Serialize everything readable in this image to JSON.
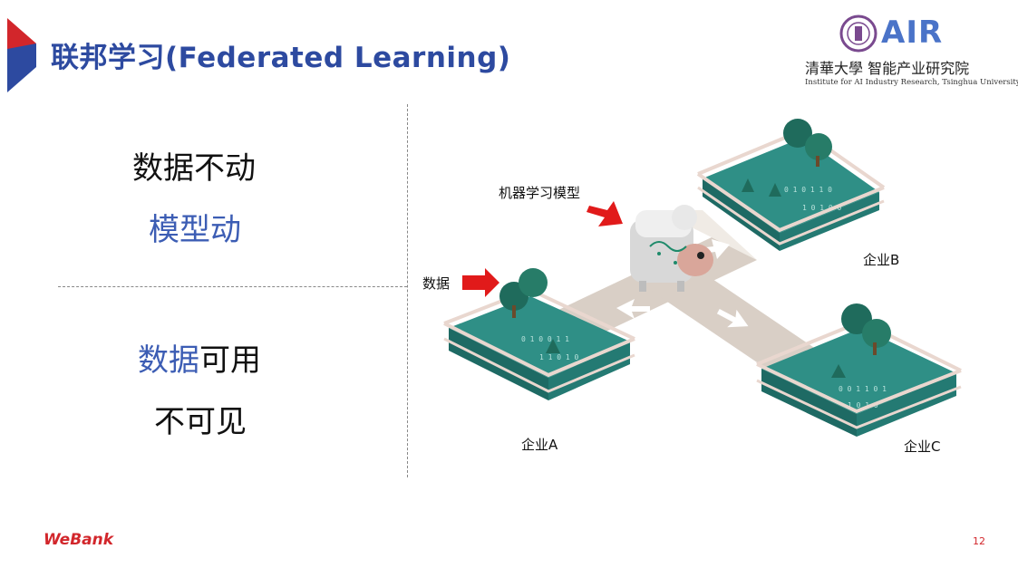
{
  "slide": {
    "title": "联邦学习(Federated Learning)",
    "page_number": "12"
  },
  "logo": {
    "air_text": "AIR",
    "cn_text": "清華大學 智能产业研究院",
    "en_text": "Institute for AI Industry Research,  Tsinghua University"
  },
  "left": {
    "line1": "数据不动",
    "line2": "模型动",
    "line3_blue": "数据",
    "line3_black": "可用",
    "line4": "不可见"
  },
  "diagram": {
    "model_label": "机器学习模型",
    "data_label": "数据",
    "company_a": "企业A",
    "company_b": "企业B",
    "company_c": "企业C"
  },
  "footer": {
    "brand": "WeBank"
  },
  "colors": {
    "title_blue": "#2d4aa0",
    "accent_red": "#d2262b",
    "field_teal": "#2f8f86",
    "fence": "#e9d7cf"
  }
}
